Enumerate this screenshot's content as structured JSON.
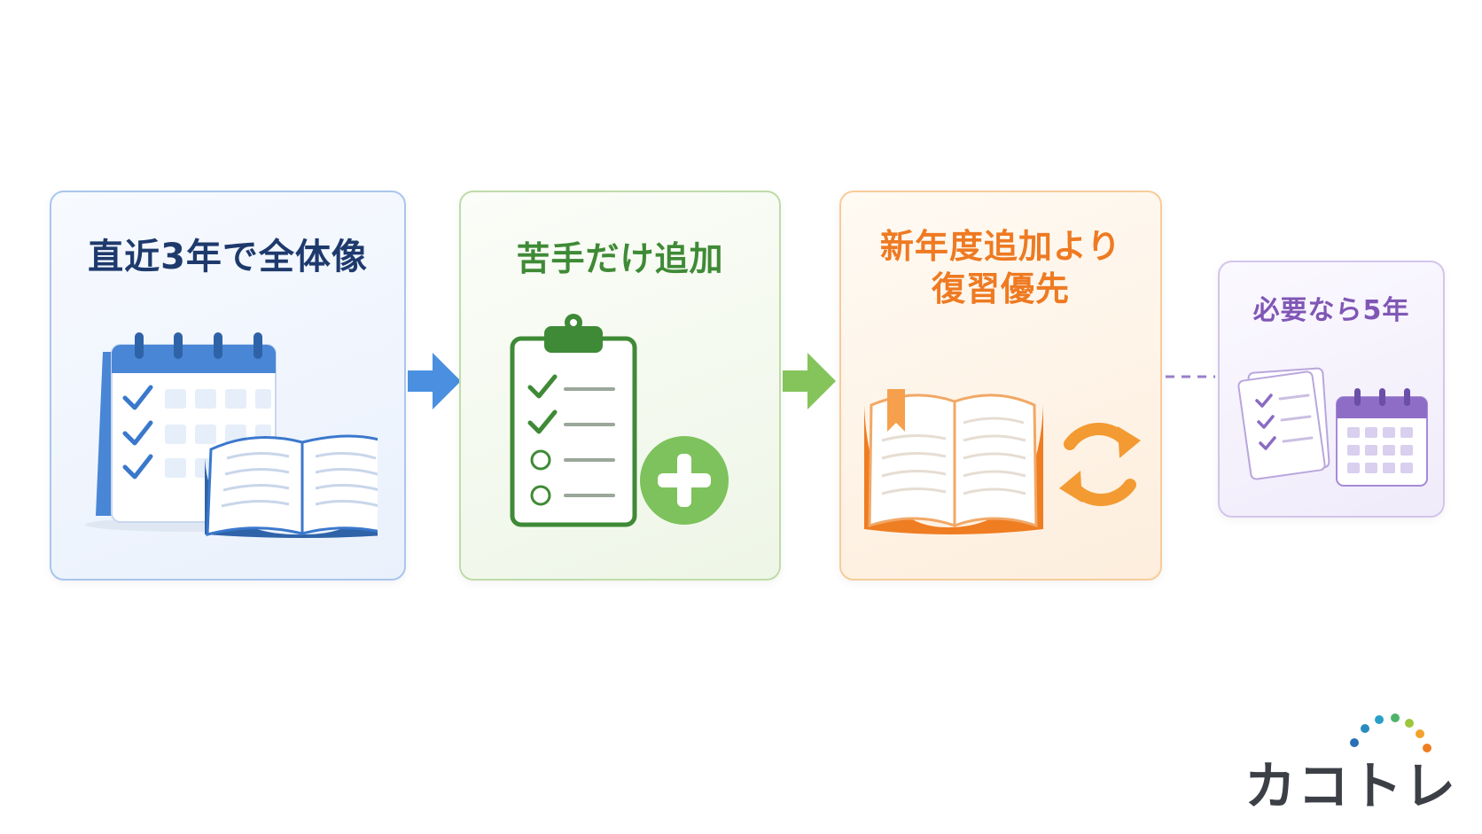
{
  "steps": [
    {
      "title": "直近3年で全体像",
      "accent": "#1e3a6d"
    },
    {
      "title": "苦手だけ追加",
      "accent": "#3f8a36"
    },
    {
      "title_line1": "新年度追加より",
      "title_line2": "復習優先",
      "accent": "#ee7a22"
    },
    {
      "title": "必要なら5年",
      "accent": "#8057b5"
    }
  ],
  "icons": {
    "step1": [
      "calendar-icon",
      "open-book-icon"
    ],
    "step2": [
      "clipboard-checklist-icon",
      "plus-icon"
    ],
    "step3": [
      "bookmarked-book-icon",
      "refresh-icon"
    ],
    "step4": [
      "documents-icon",
      "calendar-icon"
    ]
  },
  "connectors": {
    "arrow1_color": "#4a8fe0",
    "arrow2_color": "#84c45a",
    "dashed_color": "#9a7fc8"
  },
  "brand": {
    "name": "カコトレ",
    "dot_colors": [
      "#2a6fb5",
      "#2aa0c8",
      "#4fb36a",
      "#9cc63c",
      "#f2a22a",
      "#ef7d22"
    ]
  }
}
